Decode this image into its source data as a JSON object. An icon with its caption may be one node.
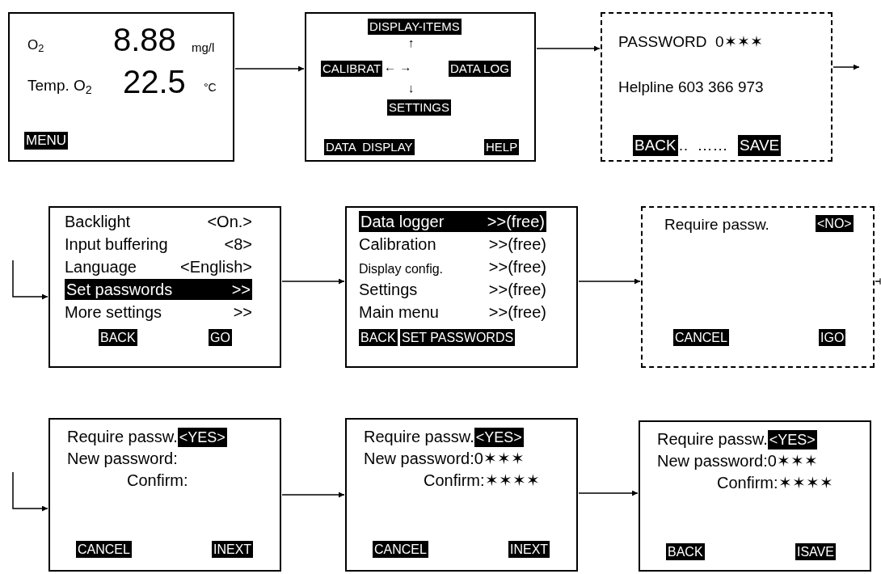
{
  "diagram": {
    "nodes": [
      {
        "text": [
          "O$_{2}$",
          "8.88",
          "mg/l",
          "Temp. O$_{2}$",
          "22.5",
          "°C",
          "MENU"
        ]
      },
      {
        "text": [
          "DISPLAY-ITEMS",
          "↑",
          "CALIBRAT",
          "← →",
          "DATA LOG",
          "↓",
          "SETTINGS",
          "DATA  DISPLAY",
          "HELP"
        ]
      },
      {
        "text": [
          "PASSWORD  0✶✶✶",
          "Helpline 603 366 973",
          "BACK",
          "…  ……",
          "SAVE"
        ]
      },
      {
        "text": [
          "Backlight",
          "<On.>",
          "Input buffering",
          "<8>",
          "Language",
          "<English>",
          "Set passwords",
          ">>",
          "More settings",
          ">>",
          "BACK",
          "GO"
        ]
      },
      {
        "text": [
          "Data logger",
          ">>(free)",
          "Calibration",
          ">>(free)",
          "Display config.",
          ">>(free)",
          "Settings",
          ">>(free)",
          "Main menu",
          ">>(free)",
          "BACK",
          "SET PASSWORDS"
        ]
      },
      {
        "text": [
          "Require passw.",
          "<NO>",
          "CANCEL",
          "IGO"
        ]
      },
      {
        "text": [
          "Require passw.",
          "<YES>",
          "New password:",
          "Confirm:",
          "CANCEL",
          "INEXT"
        ]
      },
      {
        "text": [
          "Require passw.",
          "<YES>",
          "New password:0✶✶✶",
          "Confirm:✶✶✶✶",
          "CANCEL",
          "INEXT"
        ]
      },
      {
        "text": [
          "Require passw.",
          "<YES>",
          "New password:0✶✶✶",
          "Confirm:✶✶✶✶",
          "BACK",
          "ISAVE"
        ]
      }
    ],
    "edges": [
      {
        "from": 0,
        "to": 1,
        "arrow": "to"
      },
      {
        "from": 1,
        "to": 2,
        "arrow": "to"
      },
      {
        "from": 2,
        "to": null,
        "arrow": "to"
      },
      {
        "from": null,
        "to": 3,
        "arrow": "to"
      },
      {
        "from": 3,
        "to": 4,
        "arrow": "to"
      },
      {
        "from": 4,
        "to": 5,
        "arrow": "to"
      },
      {
        "from": 5,
        "to": null,
        "arrow": "other"
      },
      {
        "from": null,
        "to": 6,
        "arrow": "to"
      },
      {
        "from": 6,
        "to": 7,
        "arrow": "to"
      },
      {
        "from": 7,
        "to": 8,
        "arrow": "to"
      }
    ]
  }
}
